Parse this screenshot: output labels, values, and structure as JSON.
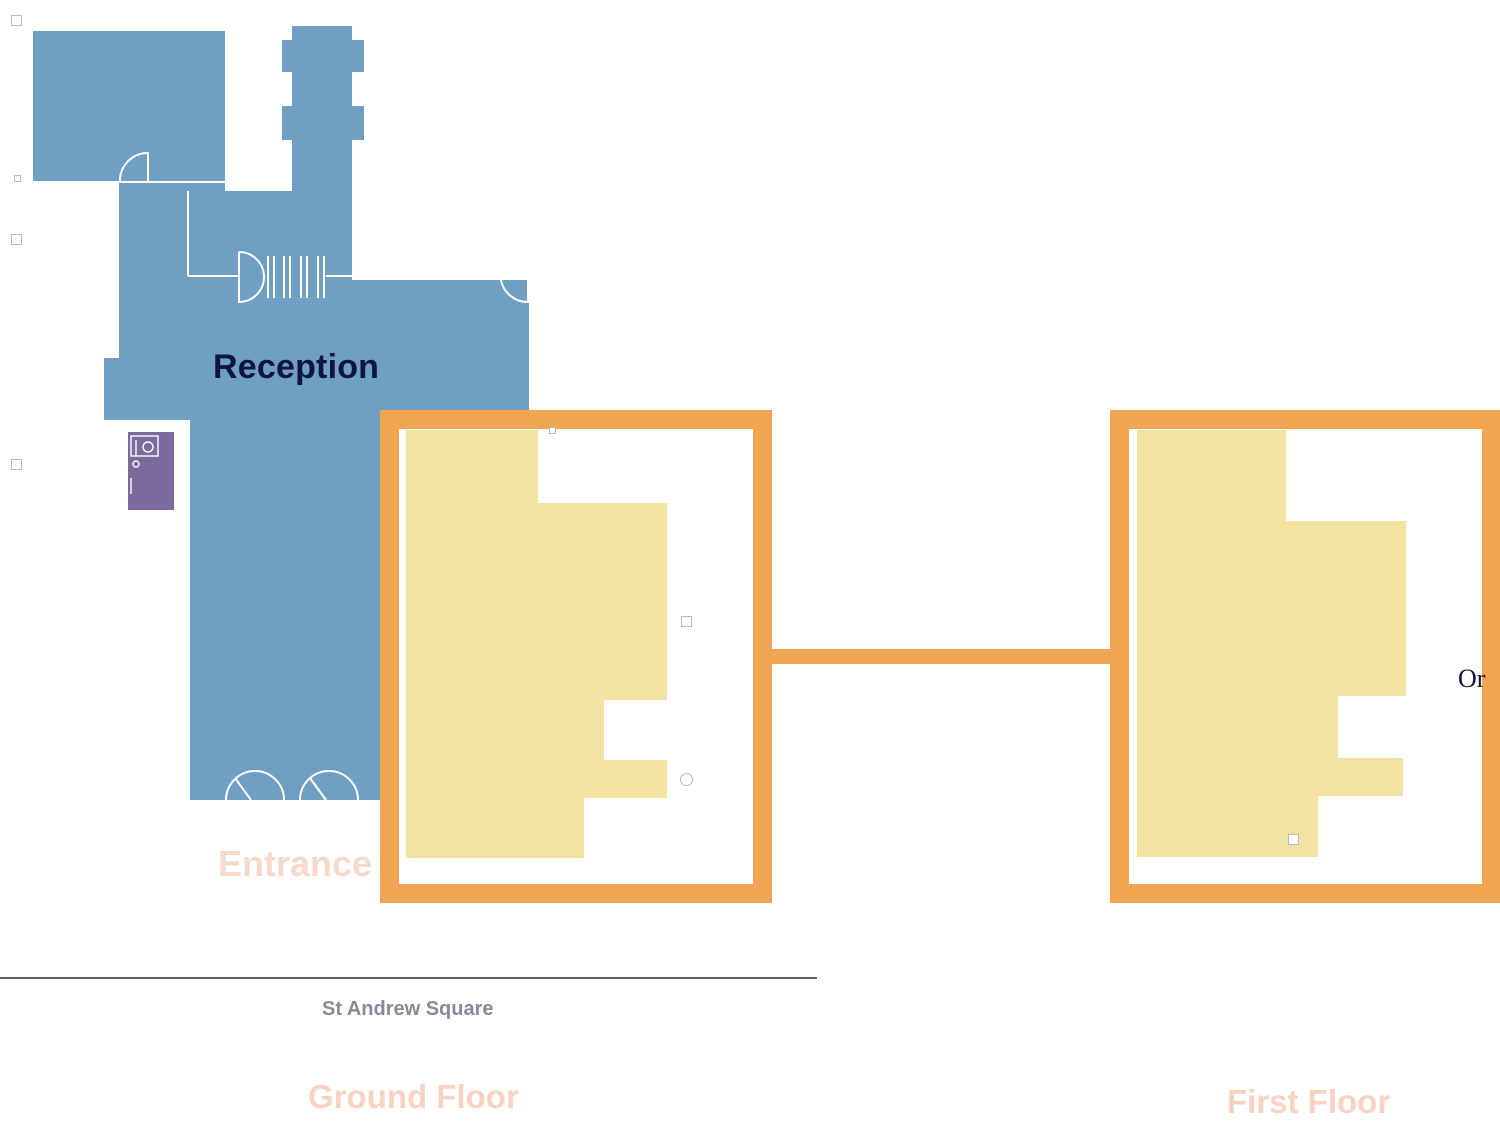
{
  "title": "",
  "labels": {
    "reception": "Reception",
    "entrance": "Entrance",
    "street": "St Andrew Square",
    "ground_floor": "Ground Floor",
    "first_floor": "First Floor",
    "clipped_text": "Or"
  },
  "colors": {
    "reception_area": "#6f9fc2",
    "toilet_area": "#7b6a9c",
    "highlight_room": "#f2e3a0",
    "highlight_frame": "#f0a552",
    "street_line": "#5e5c6e"
  },
  "icons": {
    "door": "quarter-circle door swing",
    "toilet": "wc symbol",
    "marker": "small square marker"
  }
}
